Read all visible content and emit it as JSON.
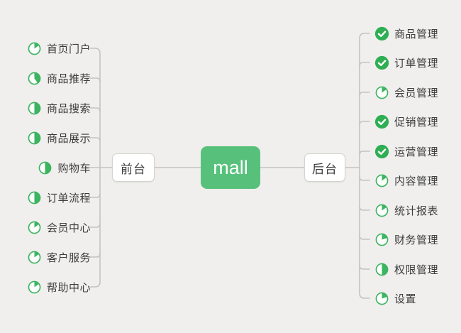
{
  "root": {
    "label": "mall"
  },
  "colors": {
    "background": "#f0efed",
    "root_green": "#57c17c",
    "check_green": "#2fae53",
    "pie_green": "#3cb460",
    "line_gray": "#c5c3c0",
    "text_dark": "#3c3c3c"
  },
  "branches": {
    "front": {
      "label": "前台",
      "items": [
        {
          "label": "首页门户",
          "icon": "progress-pie-icon",
          "progress": 15
        },
        {
          "label": "商品推荐",
          "icon": "progress-pie-icon",
          "progress": 40
        },
        {
          "label": "商品搜索",
          "icon": "progress-pie-icon",
          "progress": 50
        },
        {
          "label": "商品展示",
          "icon": "progress-pie-icon",
          "progress": 50
        },
        {
          "label": "购物车",
          "icon": "progress-pie-icon",
          "progress": 50
        },
        {
          "label": "订单流程",
          "icon": "progress-pie-icon",
          "progress": 50
        },
        {
          "label": "会员中心",
          "icon": "progress-pie-icon",
          "progress": 15
        },
        {
          "label": "客户服务",
          "icon": "progress-pie-icon",
          "progress": 15
        },
        {
          "label": "帮助中心",
          "icon": "progress-pie-icon",
          "progress": 15
        }
      ]
    },
    "back": {
      "label": "后台",
      "items": [
        {
          "label": "商品管理",
          "icon": "check-icon",
          "progress": 100
        },
        {
          "label": "订单管理",
          "icon": "check-icon",
          "progress": 100
        },
        {
          "label": "会员管理",
          "icon": "progress-pie-icon",
          "progress": 15
        },
        {
          "label": "促销管理",
          "icon": "check-icon",
          "progress": 100
        },
        {
          "label": "运营管理",
          "icon": "check-icon",
          "progress": 100
        },
        {
          "label": "内容管理",
          "icon": "progress-pie-icon",
          "progress": 15
        },
        {
          "label": "统计报表",
          "icon": "progress-pie-icon",
          "progress": 15
        },
        {
          "label": "财务管理",
          "icon": "progress-pie-icon",
          "progress": 20
        },
        {
          "label": "权限管理",
          "icon": "progress-pie-icon",
          "progress": 50
        },
        {
          "label": "设置",
          "icon": "progress-pie-icon",
          "progress": 20
        }
      ]
    }
  }
}
